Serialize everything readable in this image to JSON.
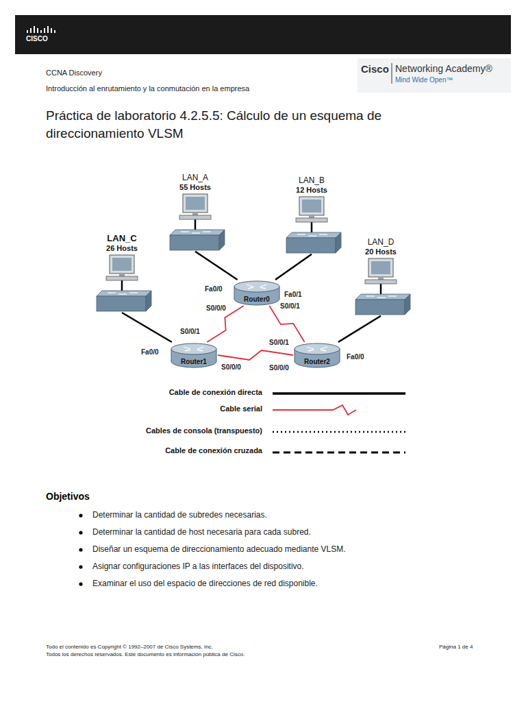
{
  "diagram": {
    "title": "Práctica de laboratorio 4.2.5.5: Cálculo de un esquema de direccionamiento VLSM",
    "nodes": [
      {
        "text": [
          "LAN_A",
          "55 Hosts"
        ]
      },
      {
        "text": [
          "LAN_B",
          "12 Hosts"
        ]
      },
      {
        "text": [
          "LAN_C",
          "26 Hosts"
        ]
      },
      {
        "text": [
          "Router0"
        ]
      },
      {
        "text": [
          "LAN_D",
          "20 Hosts"
        ]
      },
      {
        "text": [
          "Router1"
        ]
      },
      {
        "text": [
          "Router2"
        ]
      }
    ],
    "edges": [
      {
        "from": 0,
        "to": 3,
        "arrow": "none"
      },
      {
        "from": 1,
        "to": 3,
        "arrow": "none"
      },
      {
        "from": 2,
        "to": 5,
        "arrow": "none"
      },
      {
        "from": 4,
        "to": 6,
        "arrow": "none"
      },
      {
        "from": 3,
        "to": 5,
        "arrow": "none"
      },
      {
        "from": 3,
        "to": 6,
        "arrow": "none"
      },
      {
        "from": 5,
        "to": 6,
        "arrow": "none"
      }
    ],
    "labels": [
      "CISCO",
      "CCNA Discovery",
      "Introducción al enrutamiento y la conmutación en la empresa",
      "Cisco",
      "Networking Academy®",
      "Mind Wide Open™",
      "Fa0/0",
      "Fa0/1",
      "S0/0/0",
      "S0/0/1",
      "S0/0/1",
      "Fa0/0",
      "S0/0/0",
      "S0/0/1",
      "Fa0/0",
      "S0/0/0",
      "Objetivos",
      "Determinar la cantidad de subredes necesarias.",
      "Determinar la cantidad de host necesaria para cada subred.",
      "Diseñar un esquema de direccionamiento adecuado mediante VLSM.",
      "Asignar configuraciones IP a las interfaces del dispositivo.",
      "Examinar el uso del espacio de direcciones de red disponible.",
      "Todo el contenido es Copyright © 1992–2007 de Cisco Systems, Inc.",
      "Todos los derechos reservados. Este documento es información pública de Cisco.",
      "Página 1 de 4"
    ],
    "legend": [
      {
        "text": "Cable de conexión directa"
      },
      {
        "text": "Cable serial"
      },
      {
        "text": "Cables de consola (transpuesto)"
      },
      {
        "text": "Cable de conexión cruzada"
      }
    ]
  }
}
